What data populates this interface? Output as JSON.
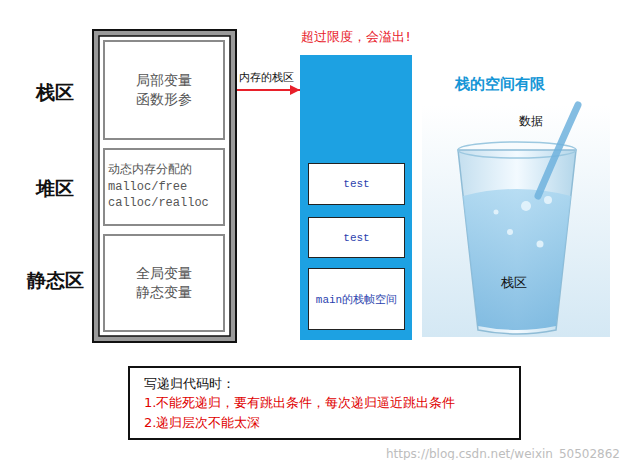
{
  "diagram": {
    "nodes": [
      {
        "text": [
          "局部变量 函数形参"
        ]
      },
      {
        "text": [
          "动态内存分配的 malloc/free calloc/realloc"
        ]
      },
      {
        "text": [
          "全局变量 静态变量"
        ]
      },
      {
        "text": [
          "超过限度，会溢出!"
        ]
      },
      {
        "text": [
          "test"
        ],
        "in": 3
      },
      {
        "text": [
          "test"
        ],
        "in": 3
      },
      {
        "text": [
          "main的栈帧空间"
        ],
        "in": 3
      },
      {
        "text": [
          "写递归代码时：",
          "1.不能死递归，要有跳出条件，每次递归逼近跳出条件",
          "2.递归层次不能太深"
        ]
      }
    ],
    "edges": [
      {
        "from": 0,
        "to": 3,
        "label": "内存的栈区",
        "arrow": "to"
      }
    ],
    "labels": [
      "栈区",
      "堆区",
      "静态区",
      "栈的空间有限",
      "数据",
      "栈区",
      "https://blog.csdn.net/weixin_50502862"
    ]
  }
}
